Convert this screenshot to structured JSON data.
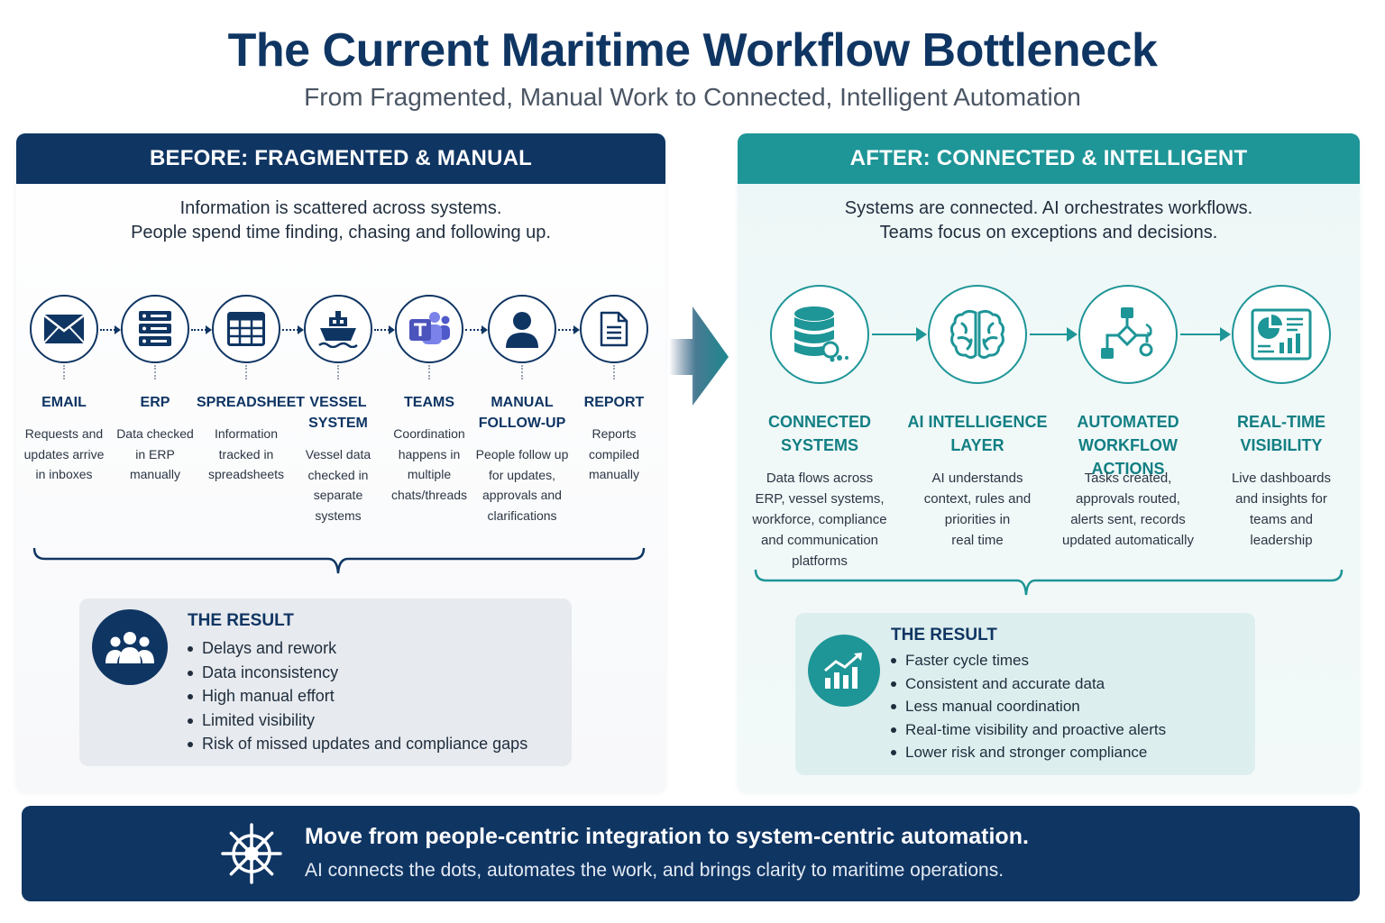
{
  "title": "The Current Maritime Workflow Bottleneck",
  "subtitle": "From Fragmented, Manual Work to Connected, Intelligent Automation",
  "before": {
    "header": "BEFORE: FRAGMENTED & MANUAL",
    "lead_line1": "Information is scattered across systems.",
    "lead_line2": "People spend time finding, chasing and following up.",
    "steps": [
      {
        "icon": "email-icon",
        "label1": "EMAIL",
        "label2": "",
        "desc": [
          "Requests and",
          "updates arrive",
          "in inboxes"
        ]
      },
      {
        "icon": "server-icon",
        "label1": "ERP",
        "label2": "",
        "desc": [
          "Data checked",
          "in ERP",
          "manually"
        ]
      },
      {
        "icon": "spreadsheet-icon",
        "label1": "SPREADSHEET",
        "label2": "",
        "desc": [
          "Information",
          "tracked in",
          "spreadsheets"
        ]
      },
      {
        "icon": "ship-icon",
        "label1": "VESSEL",
        "label2": "SYSTEM",
        "desc": [
          "Vessel data",
          "checked in",
          "separate",
          "systems"
        ]
      },
      {
        "icon": "teams-icon",
        "label1": "TEAMS",
        "label2": "",
        "desc": [
          "Coordination",
          "happens in",
          "multiple",
          "chats/threads"
        ]
      },
      {
        "icon": "person-icon",
        "label1": "MANUAL",
        "label2": "FOLLOW-UP",
        "desc": [
          "People follow up",
          "for updates,",
          "approvals and",
          "clarifications"
        ]
      },
      {
        "icon": "document-icon",
        "label1": "REPORT",
        "label2": "",
        "desc": [
          "Reports",
          "compiled",
          "manually"
        ]
      }
    ],
    "result": {
      "title": "THE RESULT",
      "items": [
        "Delays and rework",
        "Data inconsistency",
        "High manual effort",
        "Limited visibility",
        "Risk of missed updates and compliance gaps"
      ]
    }
  },
  "after": {
    "header": "AFTER: CONNECTED & INTELLIGENT",
    "lead_line1": "Systems are connected. AI orchestrates workflows.",
    "lead_line2": "Teams focus on exceptions and decisions.",
    "steps": [
      {
        "icon": "database-icon",
        "label1": "CONNECTED",
        "label2": "SYSTEMS",
        "desc": [
          "Data flows across",
          "ERP, vessel systems,",
          "workforce, compliance",
          "and communication",
          "platforms"
        ]
      },
      {
        "icon": "brain-icon",
        "label1": "AI INTELLIGENCE",
        "label2": "LAYER",
        "desc": [
          "AI understands",
          "context, rules and",
          "priorities in",
          "real time"
        ]
      },
      {
        "icon": "workflow-icon",
        "label1": "AUTOMATED",
        "label2": "WORKFLOW ACTIONS",
        "desc": [
          "Tasks created,",
          "approvals routed,",
          "alerts sent, records",
          "updated automatically"
        ]
      },
      {
        "icon": "dashboard-icon",
        "label1": "REAL-TIME",
        "label2": "VISIBILITY",
        "desc": [
          "Live dashboards",
          "and insights for",
          "teams and",
          "leadership"
        ]
      }
    ],
    "result": {
      "title": "THE RESULT",
      "items": [
        "Faster cycle times",
        "Consistent and accurate data",
        "Less manual coordination",
        "Real-time visibility and proactive alerts",
        "Lower risk and stronger compliance"
      ]
    }
  },
  "footer": {
    "main": "Move from people-centric integration to system-centric automation.",
    "sub": "AI connects the dots, automates the work, and brings clarity to maritime operations."
  },
  "colors": {
    "navy": "#0f3563",
    "teal": "#1e9597"
  }
}
